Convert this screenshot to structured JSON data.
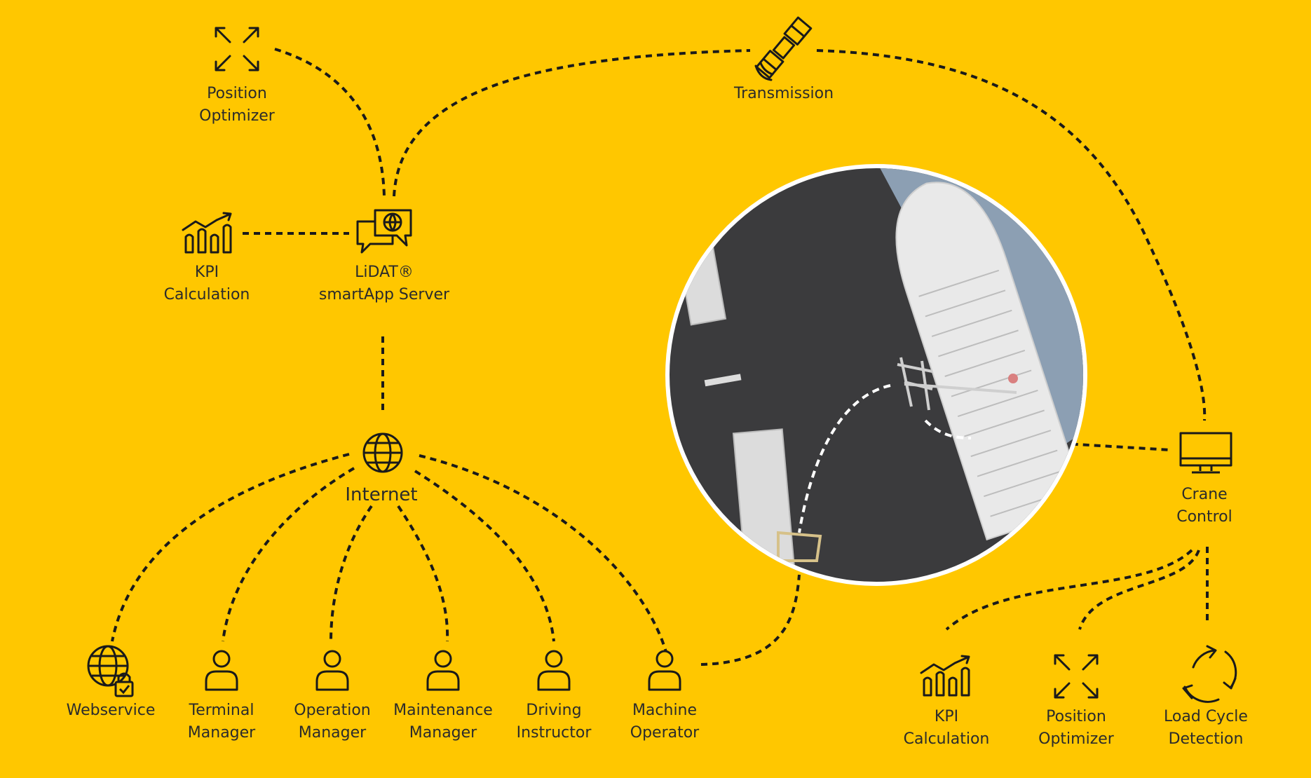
{
  "colors": {
    "background": "#FFC700",
    "ink": "#1a1a1a",
    "ground": "#3b3b3d",
    "water": "#8c9fb3"
  },
  "labels": {
    "position_optimizer_top": {
      "line1": "Position",
      "line2": "Optimizer"
    },
    "transmission": "Transmission",
    "kpi_left": {
      "line1": "KPI",
      "line2": "Calculation"
    },
    "lidat_server": {
      "line1": "LiDAT®",
      "line2": "smartApp Server"
    },
    "internet": "Internet",
    "crane_control": {
      "line1": "Crane",
      "line2": "Control"
    },
    "webservice": "Webservice",
    "terminal_manager": {
      "line1": "Terminal",
      "line2": "Manager"
    },
    "operation_manager": {
      "line1": "Operation",
      "line2": "Manager"
    },
    "maintenance_manager": {
      "line1": "Maintenance",
      "line2": "Manager"
    },
    "driving_instructor": {
      "line1": "Driving",
      "line2": "Instructor"
    },
    "machine_operator": {
      "line1": "Machine",
      "line2": "Operator"
    },
    "kpi_right": {
      "line1": "KPI",
      "line2": "Calculation"
    },
    "position_optimizer_bottom": {
      "line1": "Position",
      "line2": "Optimizer"
    },
    "load_cycle_detection": {
      "line1": "Load Cycle",
      "line2": "Detection"
    }
  },
  "icons": {
    "position_optimizer": "arrows-expand-icon",
    "transmission": "satellite-icon",
    "kpi": "bar-chart-trend-icon",
    "server": "chat-globe-icon",
    "internet": "globe-icon",
    "webservice": "globe-lock-icon",
    "person": "user-icon",
    "crane_control": "monitor-icon",
    "load_cycle": "cycle-arrows-icon",
    "port_photo": "aerial-port-photo"
  }
}
